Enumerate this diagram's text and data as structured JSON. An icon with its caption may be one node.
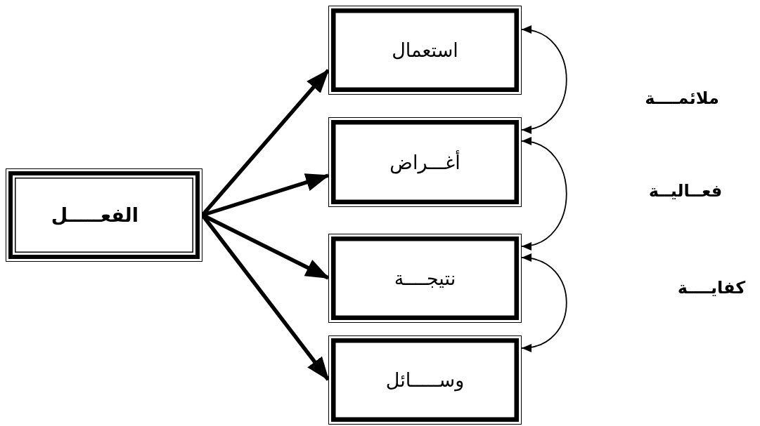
{
  "diagram": {
    "nodes": [
      {
        "text": [
          "الفعـــــل"
        ]
      },
      {
        "text": [
          "استعمال"
        ]
      },
      {
        "text": [
          "أغـــراض"
        ]
      },
      {
        "text": [
          "نتيجــــة"
        ]
      },
      {
        "text": [
          "وســـــائل"
        ]
      }
    ],
    "edges": [
      {
        "from": 0,
        "to": 1,
        "arrow": "to"
      },
      {
        "from": 0,
        "to": 2,
        "arrow": "to"
      },
      {
        "from": 0,
        "to": 3,
        "arrow": "to"
      },
      {
        "from": 0,
        "to": 4,
        "arrow": "to"
      },
      {
        "from": 1,
        "to": 2,
        "arrow": "both"
      },
      {
        "from": 2,
        "to": 3,
        "arrow": "both"
      },
      {
        "from": 3,
        "to": 4,
        "arrow": "both"
      }
    ],
    "labels": [
      "ملائمــــة",
      "فعــاليــة",
      "كفايــــة"
    ]
  }
}
